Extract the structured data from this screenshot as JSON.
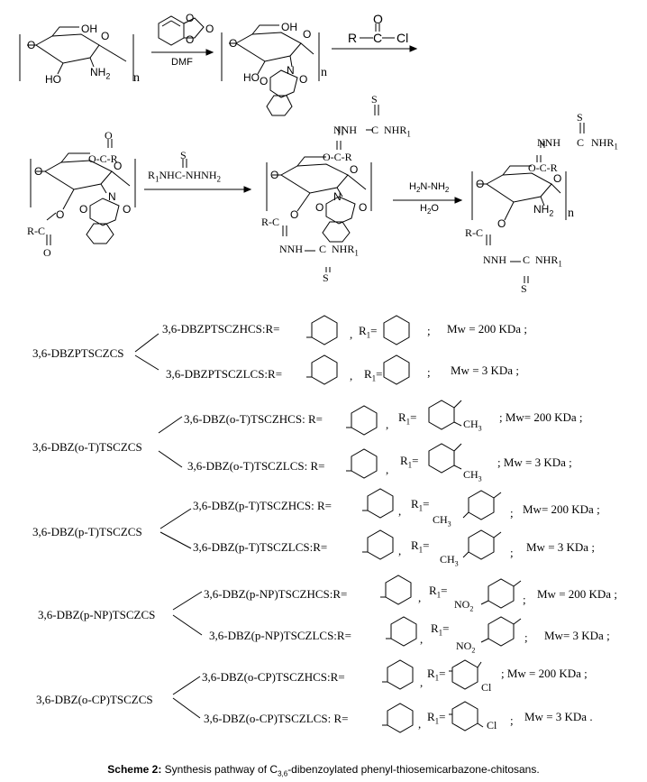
{
  "scheme": {
    "step1": {
      "reagent_label": "DMF",
      "ring_oh": "OH",
      "ring_ho": "HO",
      "ring_nh2": "NH",
      "ring_nh2_sub": "2",
      "repeat_n": "n",
      "o_left": "O",
      "o_ring": "O",
      "phthal_o": "O",
      "phthal_o2": "O",
      "phthal_n": "N"
    },
    "acyl_chloride": {
      "r": "R",
      "c": "C",
      "cl": "Cl",
      "o": "O"
    },
    "step2": {
      "reagent": "R",
      "reagent_sub": "1",
      "reagent_rest": "NHC-NHNH",
      "reagent_sub2": "2",
      "reagent_s": "S",
      "ester_top": "O-C-R",
      "ester_o": "O",
      "ester_left": "R-C",
      "ester_left_o": "O"
    },
    "step3": {
      "reagent_top": "H",
      "reagent_top_sub": "2",
      "reagent_top_rest": "N-NH",
      "reagent_top_sub2": "2",
      "reagent_bottom": "H",
      "reagent_bottom_sub": "2",
      "reagent_bottom_rest": "O"
    },
    "hydrazone": {
      "nnh": "NNH",
      "c": "C",
      "nhr": "NHR",
      "nhr_sub": "1",
      "s": "S"
    }
  },
  "derivatives": [
    {
      "parent": "3,6-DBZPTSCZCS",
      "items": [
        {
          "name": "3,6-DBZPTSCZHCS:R=",
          "r1": "R",
          "r1_sub": "1",
          "r1_eq": "=",
          "sep": ",",
          "sep2": ";",
          "mw": "Mw = 200 KDa ;"
        },
        {
          "name": "3,6-DBZPTSCZLCS:R=",
          "r1": "R",
          "r1_sub": "1",
          "r1_eq": "=",
          "sep": ",",
          "sep2": ";",
          "mw": "Mw = 3 KDa ;"
        }
      ]
    },
    {
      "parent": "3,6-DBZ(o-T)TSCZCS",
      "items": [
        {
          "name": "3,6-DBZ(o-T)TSCZHCS: R=",
          "r1": "R",
          "r1_sub": "1",
          "r1_eq": "=",
          "sub": "CH",
          "sub_sub": "3",
          "sep": ",",
          "mw": "; Mw= 200 KDa ;"
        },
        {
          "name": "3,6-DBZ(o-T)TSCZLCS: R=",
          "r1": "R",
          "r1_sub": "1",
          "r1_eq": "=",
          "sub": "CH",
          "sub_sub": "3",
          "sep": ",",
          "mw": "; Mw = 3 KDa ;"
        }
      ]
    },
    {
      "parent": "3,6-DBZ(p-T)TSCZCS",
      "items": [
        {
          "name": "3,6-DBZ(p-T)TSCZHCS: R=",
          "r1": "R",
          "r1_sub": "1",
          "r1_eq": "=",
          "sub": "CH",
          "sub_sub": "3",
          "sep": ",",
          "sep2": ";",
          "mw": "Mw= 200 KDa ;"
        },
        {
          "name": "3,6-DBZ(p-T)TSCZLCS:R=",
          "r1": "R",
          "r1_sub": "1",
          "r1_eq": "=",
          "sub": "CH",
          "sub_sub": "3",
          "sep": ",",
          "sep2": ";",
          "mw": "Mw = 3 KDa ;"
        }
      ]
    },
    {
      "parent": "3,6-DBZ(p-NP)TSCZCS",
      "items": [
        {
          "name": "3,6-DBZ(p-NP)TSCZHCS:R=",
          "r1": "R",
          "r1_sub": "1",
          "r1_eq": "=",
          "sub": "NO",
          "sub_sub": "2",
          "sep": ",",
          "sep2": ";",
          "mw": "Mw = 200 KDa ;"
        },
        {
          "name": "3,6-DBZ(p-NP)TSCZLCS:R=",
          "r1": "R",
          "r1_sub": "1",
          "r1_eq": "=",
          "sub": "NO",
          "sub_sub": "2",
          "sep": ",",
          "sep2": ";",
          "mw": "Mw= 3 KDa ;"
        }
      ]
    },
    {
      "parent": "3,6-DBZ(o-CP)TSCZCS",
      "items": [
        {
          "name": "3,6-DBZ(o-CP)TSCZHCS:R=",
          "r1": "R",
          "r1_sub": "1",
          "r1_eq": "=",
          "sub": "Cl",
          "sep": ",",
          "mw": "; Mw = 200 KDa ;"
        },
        {
          "name": "3,6-DBZ(o-CP)TSCZLCS:  R=",
          "r1": "R",
          "r1_sub": "1",
          "r1_eq": "=",
          "sub": "Cl",
          "sep": ",",
          "sep2": ";",
          "mw": "Mw = 3 KDa ."
        }
      ]
    }
  ],
  "caption": {
    "label": "Scheme 2:",
    "text_before": " Synthesis pathway of C",
    "text_sub": "3,6",
    "text_after": "-dibenzoylated phenyl-thiosemicarbazone-chitosans."
  }
}
